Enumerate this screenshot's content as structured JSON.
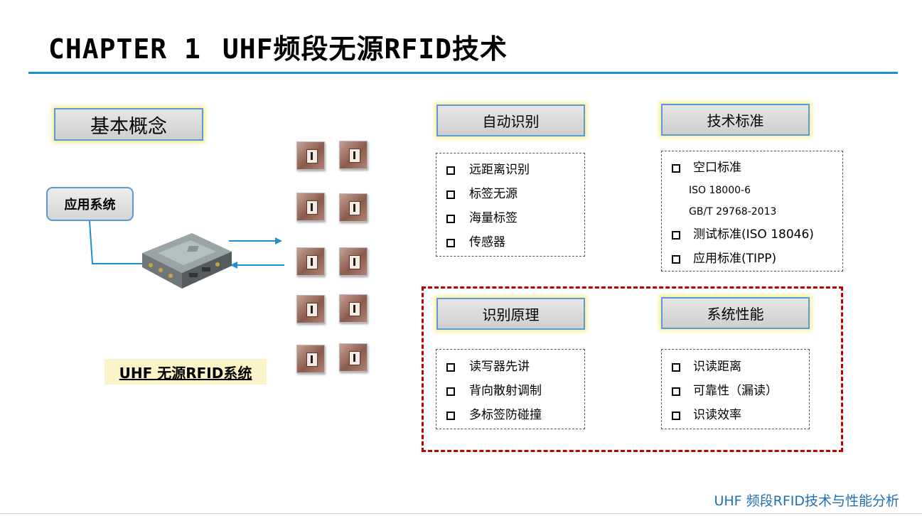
{
  "title": {
    "chapter": "CHAPTER 1",
    "topic": "UHF频段无源RFID技术"
  },
  "concept_label": "基本概念",
  "app_system_label": "应用系统",
  "system_caption": "UHF 无源RFID系统",
  "sections": {
    "auto_id": {
      "label": "自动识别",
      "items": [
        "远距离识别",
        "标签无源",
        "海量标签",
        "传感器"
      ]
    },
    "standards": {
      "label": "技术标准",
      "item1": "空口标准",
      "sub1": "ISO 18000-6",
      "sub2": "GB/T 29768-2013",
      "item2": "测试标准(ISO 18046)",
      "item3": "应用标准(TIPP)"
    },
    "principle": {
      "label": "识别原理",
      "items": [
        "读写器先讲",
        "背向散射调制",
        "多标签防碰撞"
      ]
    },
    "performance": {
      "label": "系统性能",
      "items": [
        "识读距离",
        "可靠性（漏读）",
        "识读效率"
      ]
    }
  },
  "footer": "UHF 频段RFID技术与性能分析",
  "colors": {
    "accent_blue": "#1f8fd0",
    "frame_red": "#c00000",
    "box_border": "#5b9bd5",
    "glow": "#f6ef9a"
  },
  "icons": [
    "rfid-reader-device",
    "rfid-tag-icon",
    "checkbox-bullet-icon",
    "arrow-right-icon",
    "arrow-left-icon"
  ]
}
